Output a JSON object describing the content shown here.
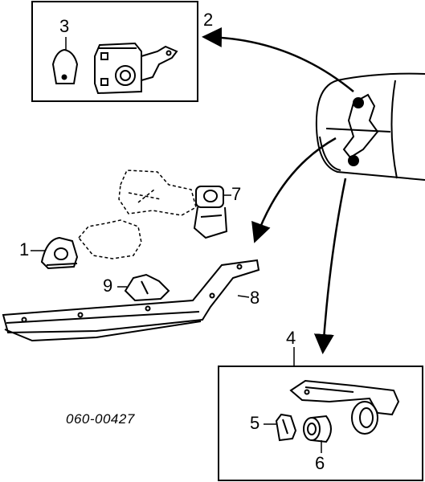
{
  "callouts": {
    "c1": "1",
    "c2": "2",
    "c3": "3",
    "c4": "4",
    "c5": "5",
    "c6": "6",
    "c7": "7",
    "c8": "8",
    "c9": "9"
  },
  "part_number": "060-00427"
}
